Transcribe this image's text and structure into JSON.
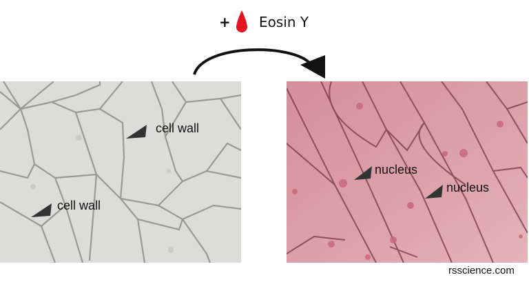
{
  "header": {
    "plus_symbol": "+",
    "reagent_label": "Eosin Y",
    "drop_icon": "blood-drop-icon",
    "drop_color": "#e3141f"
  },
  "flow_arrow": {
    "icon": "curved-arrow-right-icon",
    "color": "#111111"
  },
  "panels": {
    "unstained": {
      "background": "#dcdcda",
      "wall_color": "#8e8e88",
      "annotations": [
        {
          "text": "cell wall",
          "pointer": "triangle-pointer-icon"
        },
        {
          "text": "cell wall",
          "pointer": "triangle-pointer-icon"
        }
      ]
    },
    "stained": {
      "background": "#d99aa3",
      "wall_color": "#7a3a4a",
      "nucleus_color": "#c9687c",
      "annotations": [
        {
          "text": "nucleus",
          "pointer": "triangle-pointer-icon"
        },
        {
          "text": "nucleus",
          "pointer": "triangle-pointer-icon"
        }
      ]
    }
  },
  "footer": {
    "credit": "rsscience.com"
  }
}
